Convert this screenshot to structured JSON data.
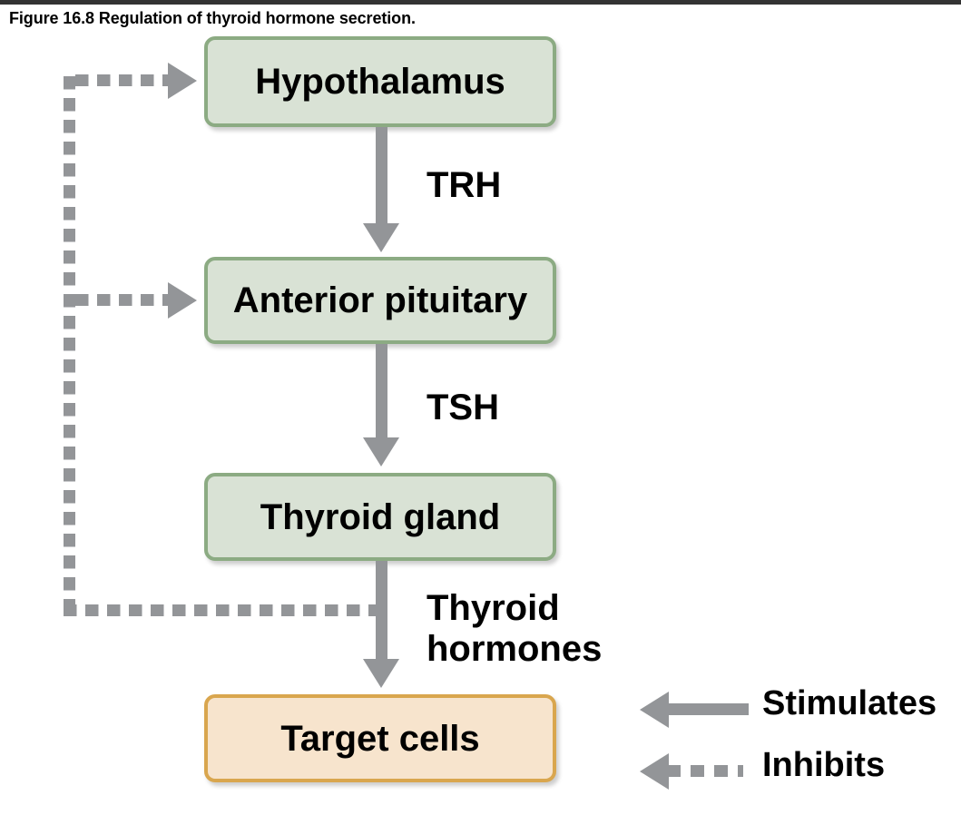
{
  "figure": {
    "title": "Figure 16.8  Regulation of thyroid hormone secretion.",
    "topbar_color": "#333333"
  },
  "colors": {
    "green_fill": "#d9e2d5",
    "green_border": "#8cab83",
    "orange_fill": "#f7e4cd",
    "orange_border": "#d9a64e",
    "arrow_gray": "#939598",
    "text": "#000000",
    "background": "#ffffff"
  },
  "nodes": [
    {
      "id": "hypothalamus",
      "label": "Hypothalamus",
      "style": "green"
    },
    {
      "id": "anterior_pituitary",
      "label": "Anterior pituitary",
      "style": "green"
    },
    {
      "id": "thyroid_gland",
      "label": "Thyroid gland",
      "style": "green"
    },
    {
      "id": "target_cells",
      "label": "Target cells",
      "style": "orange"
    }
  ],
  "edges": [
    {
      "id": "trh",
      "label": "TRH",
      "from": "hypothalamus",
      "to": "anterior_pituitary",
      "kind": "stimulates"
    },
    {
      "id": "tsh",
      "label": "TSH",
      "from": "anterior_pituitary",
      "to": "thyroid_gland",
      "kind": "stimulates"
    },
    {
      "id": "thyroid_hormones",
      "label": "Thyroid\nhormones",
      "from": "thyroid_gland",
      "to": "target_cells",
      "kind": "stimulates"
    },
    {
      "id": "feedback_hypothalamus",
      "label": "",
      "from": "thyroid_hormones",
      "to": "hypothalamus",
      "kind": "inhibits"
    },
    {
      "id": "feedback_pituitary",
      "label": "",
      "from": "thyroid_hormones",
      "to": "anterior_pituitary",
      "kind": "inhibits"
    }
  ],
  "legend": {
    "stimulates": {
      "label": "Stimulates",
      "icon": "solid-left-arrow-icon"
    },
    "inhibits": {
      "label": "Inhibits",
      "icon": "dashed-left-arrow-icon"
    }
  }
}
